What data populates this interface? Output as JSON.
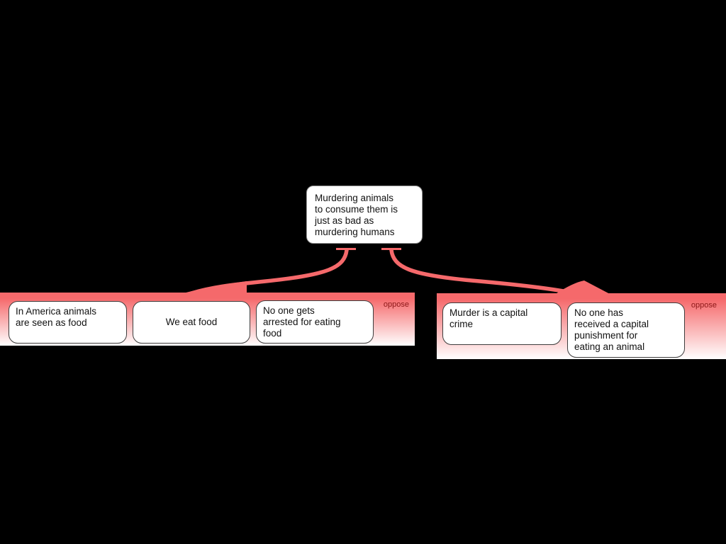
{
  "app": {
    "background": "#000000"
  },
  "colors": {
    "accent": "#f5696b",
    "oppose": "#8c1717",
    "box-border": "#3d3d3d",
    "text": "#111111"
  },
  "claim": {
    "text": "Murdering animals\nto consume them is\njust as bad as\nmurdering humans"
  },
  "groups": [
    {
      "relation_label": "oppose",
      "boxes": [
        {
          "text": "In America animals\nare seen as food"
        },
        {
          "text": "We eat food"
        },
        {
          "text": "No one gets\narrested for eating\nfood"
        }
      ]
    },
    {
      "relation_label": "oppose",
      "boxes": [
        {
          "text": "Murder is a capital\ncrime"
        },
        {
          "text": "No one has\nreceived a capital\npunishment for\neating an animal"
        }
      ]
    }
  ]
}
